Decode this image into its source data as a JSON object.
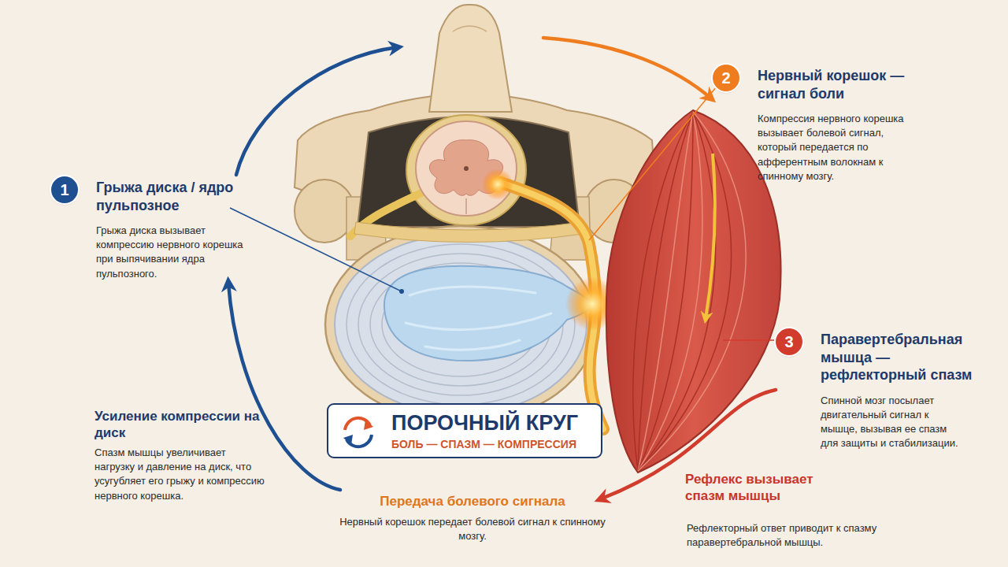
{
  "diagram": {
    "nodes": [
      {
        "text": [
          "1",
          "Грыжа диска / ядро пульпозное",
          "Грыжа диска вызывает компрессию нервного корешка при выпячивании ядра пульпозного."
        ]
      },
      {
        "text": [
          "2",
          "Нервный корешок — сигнал боли",
          "Компрессия нервного корешка вызывает болевой сигнал, который передается по афферентным волокнам к спинному мозгу."
        ]
      },
      {
        "text": [
          "3",
          "Паравертебральная мышца — рефлекторный спазм",
          "Спинной мозг посылает двигательный сигнал к мышце, вызывая ее спазм для защиты и стабилизации."
        ]
      },
      {
        "text": [
          "ПОРОЧНЫЙ КРУГ",
          "БОЛЬ — СПАЗМ — КОМПРЕССИЯ"
        ]
      }
    ],
    "edges": [
      {
        "from": 0,
        "to": 1,
        "arrow": "to"
      },
      {
        "from": 2,
        "to": 0,
        "arrow": "to"
      }
    ],
    "labels": [
      "Усиление компрессии на диск",
      "Спазм мышцы увеличивает нагрузку и давление на диск, что усугубляет его грыжу и компрессию нервного корешка.",
      "Передача болевого сигнала",
      "Нервный корешок передает болевой сигнал к спинному мозгу.",
      "Рефлекс вызывает спазм мышцы",
      "Рефлекторный ответ приводит к спазму паравертебральной мышцы."
    ]
  }
}
